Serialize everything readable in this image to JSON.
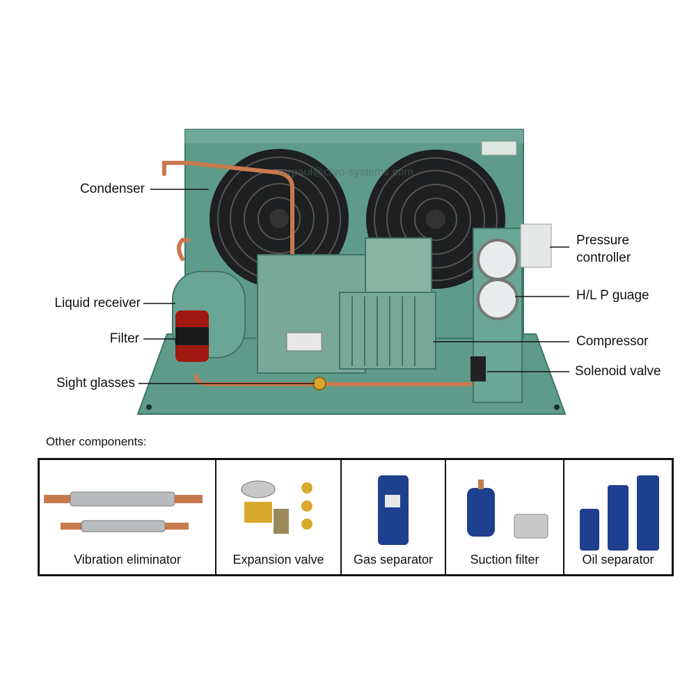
{
  "watermark": "mrpaul@cryo-systems.com",
  "labels_left": {
    "condenser": "Condenser",
    "liquid_receiver": "Liquid receiver",
    "filter": "Filter",
    "sight_glasses": "Sight glasses"
  },
  "labels_right": {
    "pressure_controller_line1": "Pressure",
    "pressure_controller_line2": "controller",
    "hl_p_guage": "H/L P guage",
    "compressor": "Compressor",
    "solenoid_valve": "Solenoid valve"
  },
  "other_components": {
    "title": "Other components:",
    "items": [
      {
        "label": "Vibration eliminator"
      },
      {
        "label": "Expansion valve"
      },
      {
        "label": "Gas separator"
      },
      {
        "label": "Suction filter"
      },
      {
        "label": "Oil separator"
      }
    ]
  },
  "colors": {
    "unit_green": "#5f9b8a",
    "unit_green_dark": "#3f7566",
    "copper": "#c77a4e",
    "cylinder_blue": "#1f3f8f"
  }
}
